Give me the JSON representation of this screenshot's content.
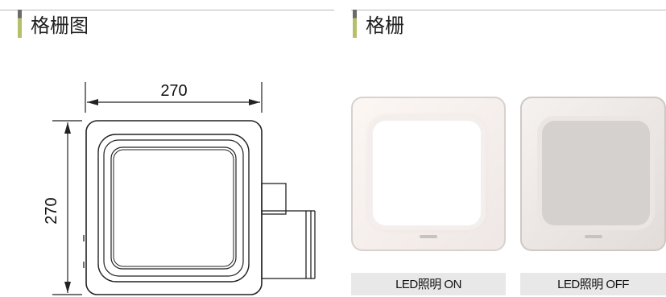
{
  "left_section": {
    "title": "格栅图"
  },
  "right_section": {
    "title": "格栅"
  },
  "drawing": {
    "width_dim": "270",
    "height_dim": "270"
  },
  "photos": [
    {
      "state": "on",
      "caption": "LED照明 ON"
    },
    {
      "state": "off",
      "caption": "LED照明 OFF"
    }
  ]
}
